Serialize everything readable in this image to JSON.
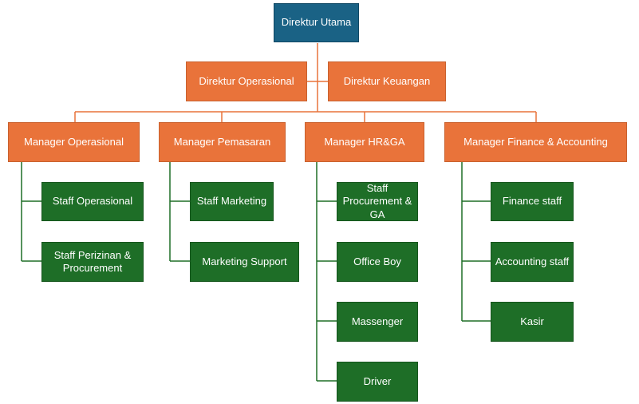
{
  "chart": {
    "top": "Direktur Utama",
    "directors": [
      "Direktur Operasional",
      "Direktur Keuangan"
    ],
    "managers": [
      {
        "title": "Manager Operasional",
        "staff": [
          "Staff Operasional",
          "Staff Perizinan & Procurement"
        ]
      },
      {
        "title": "Manager Pemasaran",
        "staff": [
          "Staff Marketing",
          "Marketing Support"
        ]
      },
      {
        "title": "Manager HR&GA",
        "staff": [
          "Staff Procurement & GA",
          "Office Boy",
          "Massenger",
          "Driver"
        ]
      },
      {
        "title": "Manager Finance & Accounting",
        "staff": [
          "Finance staff",
          "Accounting staff",
          "Kasir"
        ]
      }
    ]
  },
  "colors": {
    "top": "#1a6285",
    "level": "#e9733a",
    "staff": "#1e6e27"
  }
}
